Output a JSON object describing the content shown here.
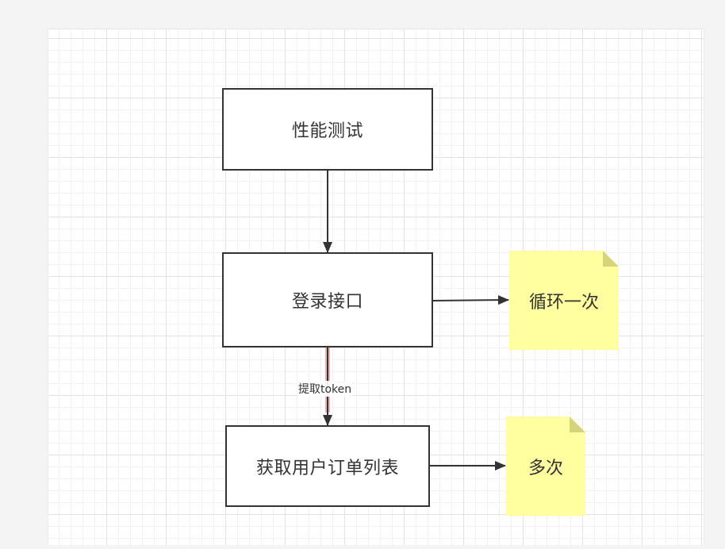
{
  "nodes": {
    "perf_test": "性能测试",
    "login_api": "登录接口",
    "order_list": "获取用户订单列表"
  },
  "notes": {
    "loop_once": "循环一次",
    "multiple": "多次"
  },
  "edges": {
    "extract_token": "提取token"
  },
  "colors": {
    "node_border": "#333333",
    "note_fill": "#ffff9f",
    "note_fold": "#d4d47a",
    "highlight_edge": "#e8b4b4"
  }
}
